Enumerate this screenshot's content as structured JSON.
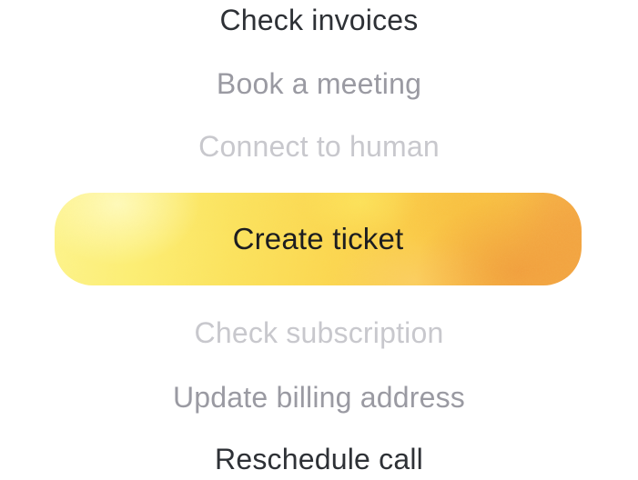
{
  "page": {
    "background_color": "#ffffff"
  },
  "action_picker": {
    "options": [
      {
        "label": "Check invoices",
        "emphasis": "strong",
        "color": "#2e3136"
      },
      {
        "label": "Book a meeting",
        "emphasis": "medium",
        "color": "#9a9aa2"
      },
      {
        "label": "Connect to human",
        "emphasis": "faint",
        "color": "#c8c8cd"
      },
      {
        "label": "Create ticket",
        "emphasis": "selected",
        "color": "#1c1d20"
      },
      {
        "label": "Check subscription",
        "emphasis": "faint",
        "color": "#c8c8cd"
      },
      {
        "label": "Update billing address",
        "emphasis": "medium",
        "color": "#9a9aa2"
      },
      {
        "label": "Reschedule call",
        "emphasis": "strong",
        "color": "#2e3136"
      }
    ],
    "selected_index": 3,
    "selected_option": {
      "label": "Create ticket",
      "text_color": "#1c1d20",
      "gradient_left_color": "#fdf58d",
      "gradient_mid_color": "#fbd74f",
      "gradient_right_color": "#f4ab45"
    }
  }
}
